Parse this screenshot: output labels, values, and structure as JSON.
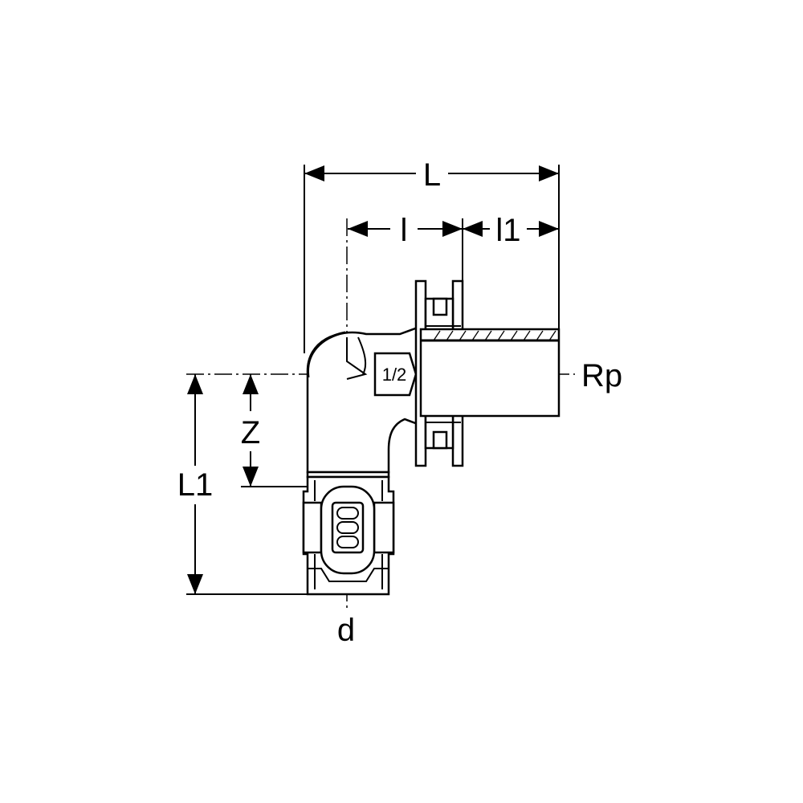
{
  "labels": {
    "L": "L",
    "l": "l",
    "l1": "l1",
    "Rp": "Rp",
    "Z": "Z",
    "L1": "L1",
    "d": "d",
    "thread_size": "1/2"
  }
}
